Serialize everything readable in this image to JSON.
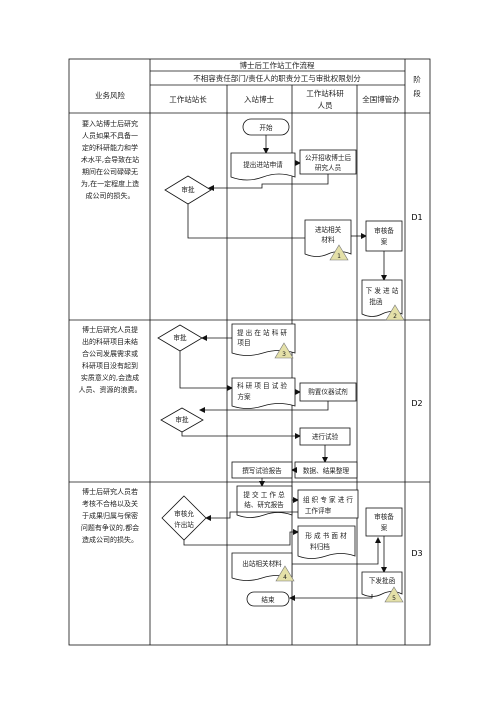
{
  "table": {
    "title": "博士后工作站工作流程",
    "subtitle": "不相容责任部门/责任人的职责分工与审批权限划分",
    "risk_header": "业务风险",
    "stage_header": [
      "阶",
      "段"
    ],
    "columns": {
      "station_head": "工作站站长",
      "postdoc": "入站博士",
      "researcher": [
        "工作站科研",
        "人员"
      ],
      "committee": "全国博管办"
    }
  },
  "risks": {
    "d1": [
      "要入站博士后研究",
      "人员如果不具备一",
      "定的科研能力和学",
      "术水平,会导致在站",
      "期间在公司碌碌无",
      "为,在一定程度上造",
      "成公司的损失。"
    ],
    "d2": [
      "博士后研究人员提",
      "出的科研项目未结",
      "合公司发展需求或",
      "科研项目没有起到",
      "实质意义的,会造成",
      "人员、资源的浪费。"
    ],
    "d3": [
      "博士后研究人员若",
      "考核不合格以及关",
      "于成果归属与保密",
      "问题有争议的,都会",
      "造成公司的损失。"
    ]
  },
  "stages": {
    "d1": "D1",
    "d2": "D2",
    "d3": "D3"
  },
  "nodes": {
    "start": "开始",
    "apply": "提出进站申请",
    "recruit": [
      "公开招收博士后",
      "研究人员"
    ],
    "approve1": "审批",
    "materials": [
      "进站相关",
      "材料"
    ],
    "review_file1": [
      "审核备",
      "案"
    ],
    "issue_approval1": [
      "下 发 进 站",
      "批函"
    ],
    "propose_project": [
      "提 出 在 站 科 研",
      "项目"
    ],
    "approve2": "审批",
    "research_plan": [
      "科 研 项 目 试 验",
      "方案"
    ],
    "purchase": "购置仪器试剂",
    "approve3": "审批",
    "run_test": "进行试验",
    "write_report": "撰写试验报告",
    "data_organize": "数据、结果整理",
    "submit_report": [
      "提 交 工 作 总",
      "结、研究报告"
    ],
    "expert_review": [
      "组 织 专 家 进 行",
      "工作评审"
    ],
    "review_file2": [
      "审核备",
      "案"
    ],
    "approve_exit": [
      "审核允",
      "许出站"
    ],
    "written_materials": [
      "形 成 书 面 材",
      "料归档"
    ],
    "exit_materials": "出站相关材料",
    "issue_approval2": "下发批函",
    "end": "结束"
  },
  "markers": [
    "1",
    "2",
    "3",
    "4",
    "5"
  ],
  "colors": {
    "marker_fill": "#e4e0a8",
    "line": "#111111"
  }
}
